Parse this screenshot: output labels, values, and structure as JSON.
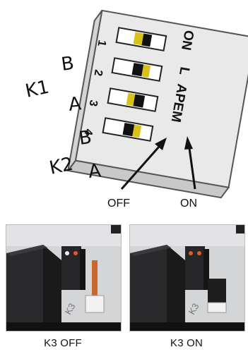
{
  "dip_switch": {
    "brand_labels": [
      "ON",
      "L",
      "APEM"
    ],
    "switch_numbers": [
      "1",
      "2",
      "3",
      "4"
    ],
    "group_labels": {
      "k1": "K1",
      "k2": "K2",
      "b1": "B",
      "a1": "A",
      "b2": "B",
      "a2": "A"
    },
    "off_label": "OFF",
    "on_label": "ON"
  },
  "photos": {
    "off_caption": "K3 OFF",
    "on_caption": "K3 ON",
    "pcb_text": "K3"
  }
}
